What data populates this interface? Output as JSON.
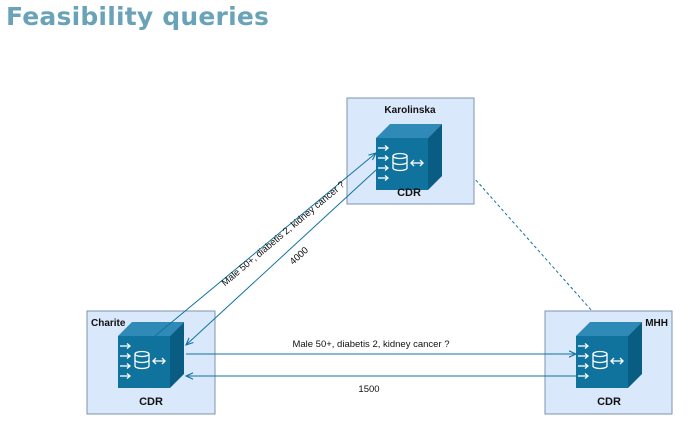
{
  "header": {
    "title": "Feasibility queries"
  },
  "nodes": {
    "karolinska": {
      "name": "Karolinska",
      "component": "CDR"
    },
    "charite": {
      "name": "Charite",
      "component": "CDR"
    },
    "mhh": {
      "name": "MHH",
      "component": "CDR"
    }
  },
  "edges": {
    "charite_to_karolinska_query": "Male 50+, diabetis 2, kidney cancer ?",
    "karolinska_to_charite_result": "4000",
    "charite_to_mhh_query": "Male 50+, diabetis 2, kidney cancer ?",
    "mhh_to_charite_result": "1500"
  },
  "colors": {
    "title": "#6aa3b8",
    "box_fill": "#dae8fc",
    "box_stroke": "#7f93ad",
    "cube": "#10739e",
    "connector": "#10739e"
  },
  "icons": {
    "cdr": "database-server-icon"
  }
}
